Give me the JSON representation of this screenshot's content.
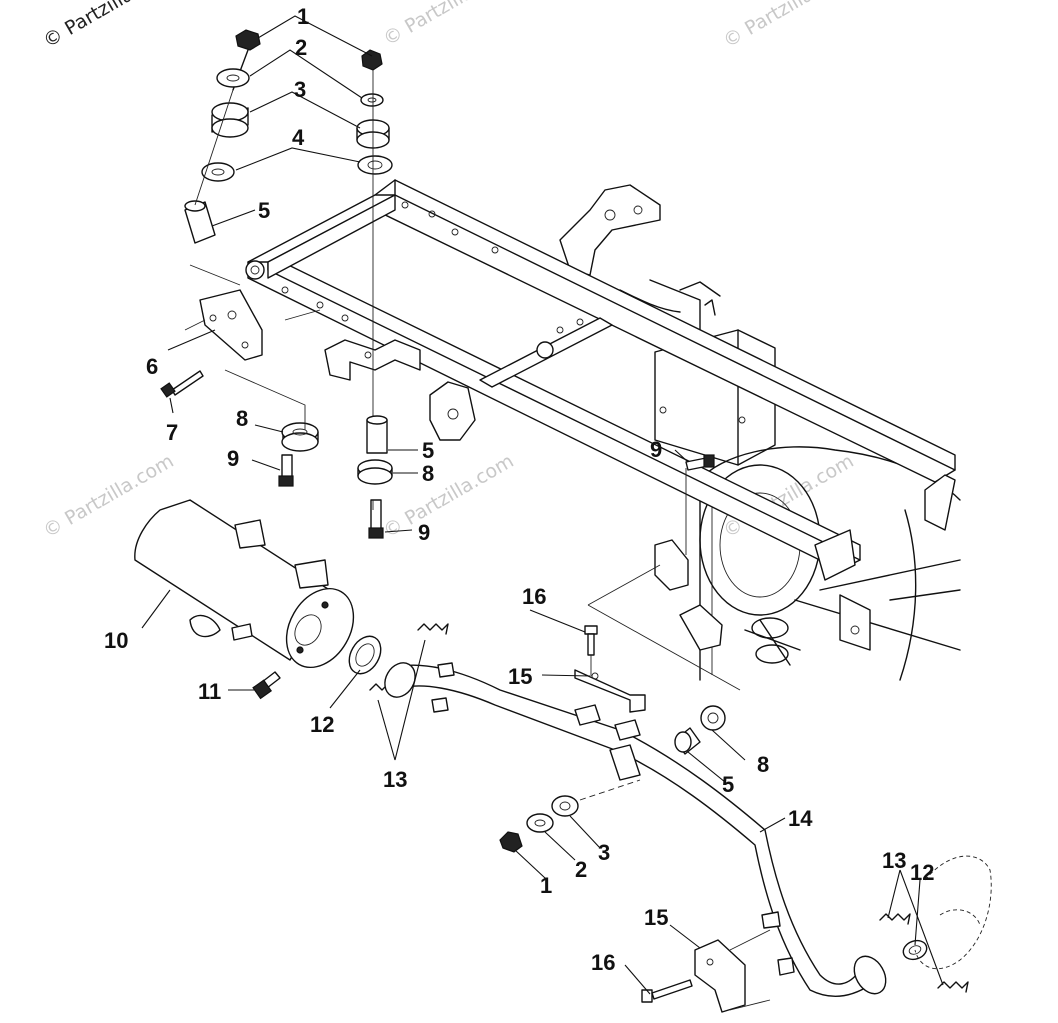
{
  "watermark": {
    "text": "© Partzilla.com",
    "corner_text": "© Partzilla"
  },
  "callouts": {
    "c1a": "1",
    "c2a": "2",
    "c3a": "3",
    "c4a": "4",
    "c5a": "5",
    "c6": "6",
    "c7": "7",
    "c8a": "8",
    "c9a": "9",
    "c5b": "5",
    "c8b": "8",
    "c9b": "9",
    "c9c": "9",
    "c10": "10",
    "c11": "11",
    "c12a": "12",
    "c13a": "13",
    "c14": "14",
    "c15a": "15",
    "c16a": "16",
    "c5c": "5",
    "c8c": "8",
    "c3b": "3",
    "c2b": "2",
    "c1b": "1",
    "c13b": "13",
    "c12b": "12",
    "c15b": "15",
    "c16b": "16"
  }
}
